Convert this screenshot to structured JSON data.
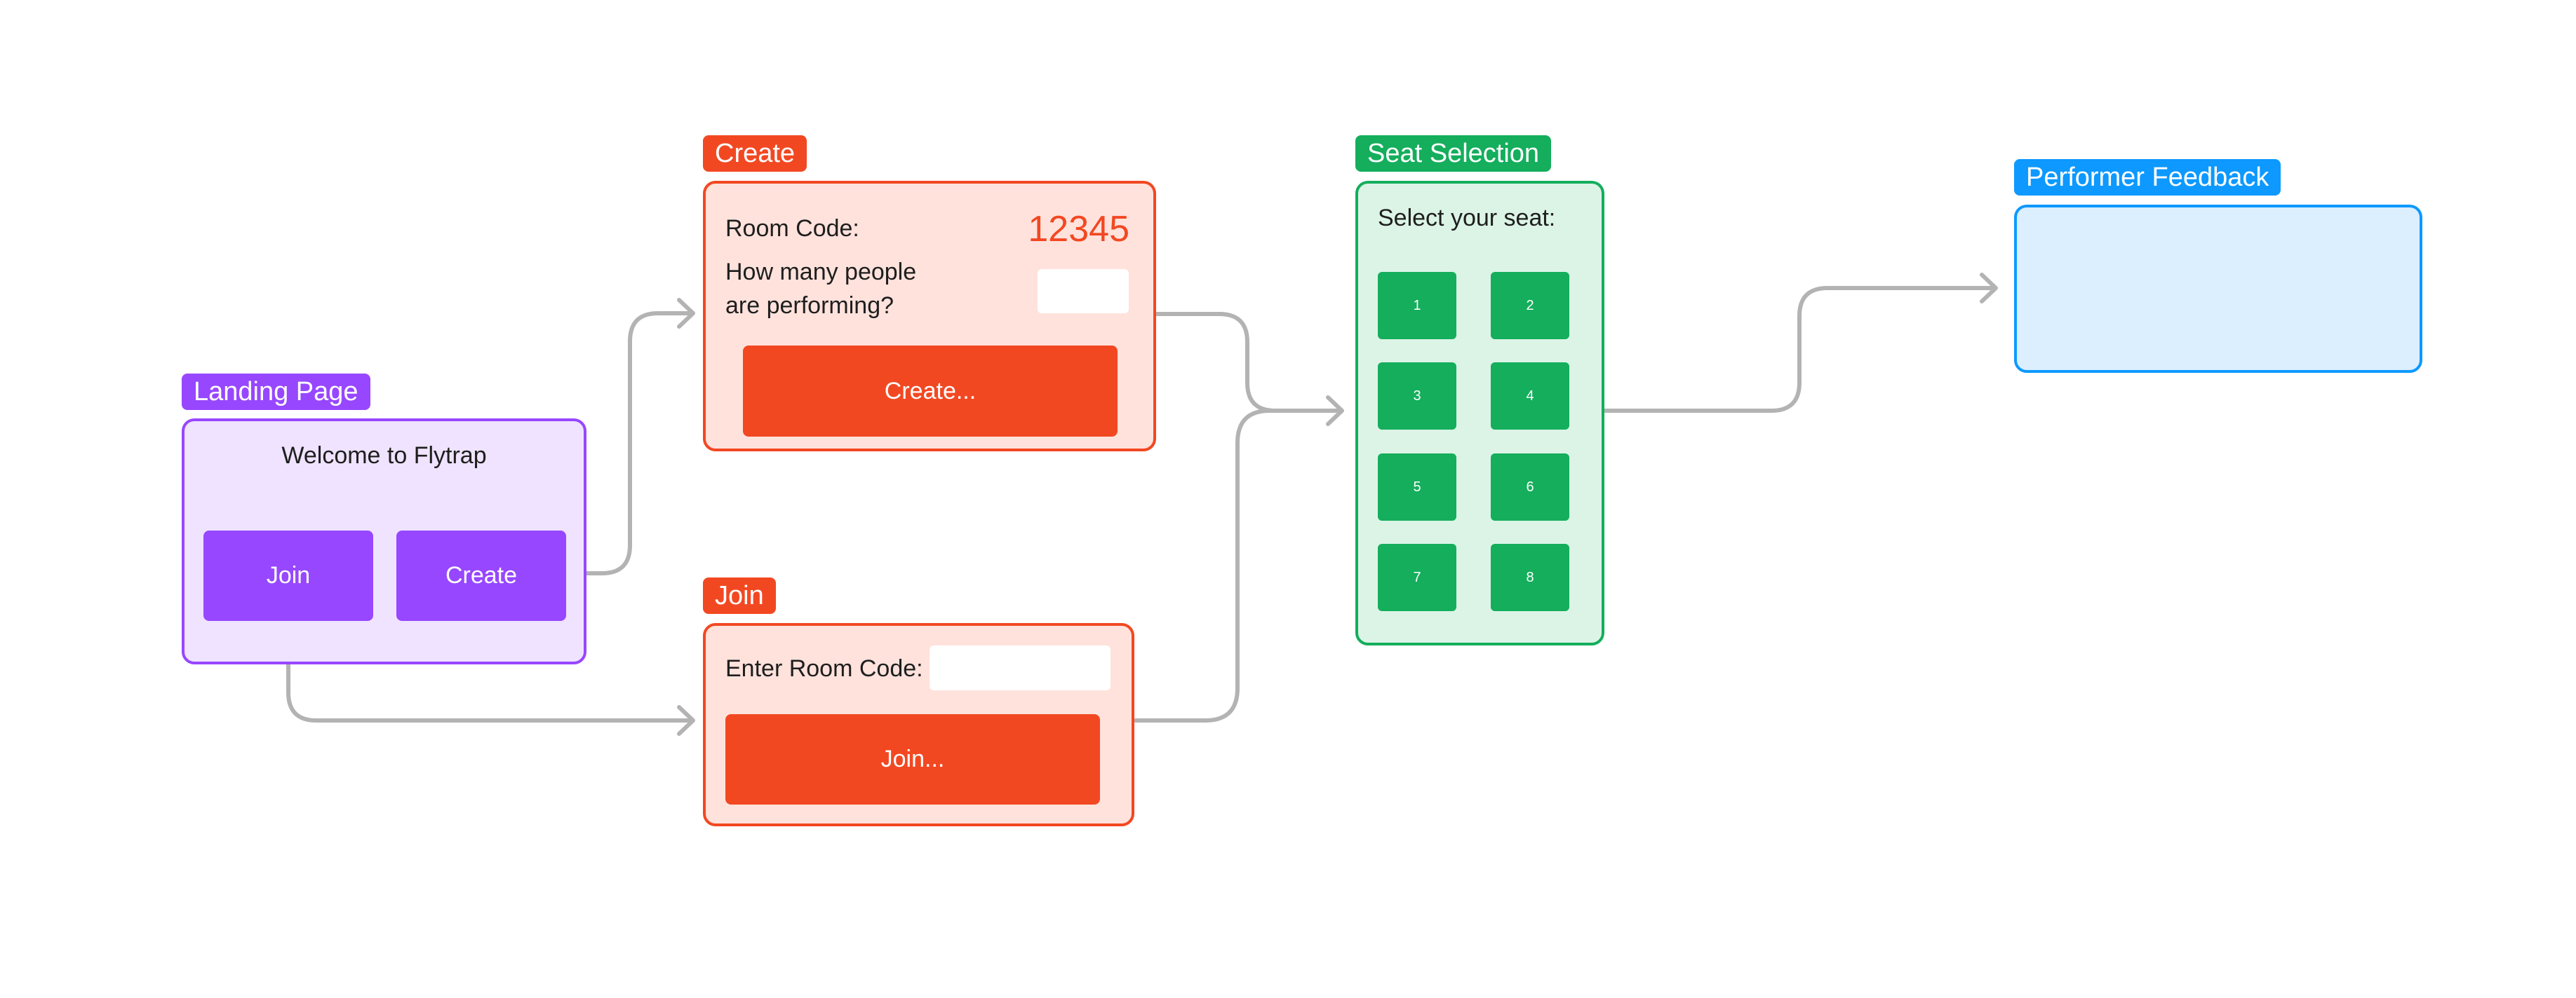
{
  "colors": {
    "purple": "#9747ff",
    "purple_bg": "#efe3ff",
    "red": "#f24822",
    "red_bg": "#ffe2dc",
    "green": "#14ae5c",
    "green_bg": "#dcf4e6",
    "blue": "#0d99ff",
    "blue_bg": "#dbefff",
    "connector": "#b3b3b3"
  },
  "landing": {
    "label": "Landing Page",
    "welcome": "Welcome to Flytrap",
    "join_button": "Join",
    "create_button": "Create"
  },
  "create": {
    "label": "Create",
    "room_code_label": "Room Code:",
    "room_code_value": "12345",
    "performers_line1": "How many people",
    "performers_line2": "are performing?",
    "performers_input_value": "",
    "create_button": "Create..."
  },
  "join": {
    "label": "Join",
    "room_code_label": "Enter Room Code:",
    "room_code_input_value": "",
    "join_button": "Join..."
  },
  "seat_selection": {
    "label": "Seat Selection",
    "prompt": "Select your seat:",
    "seats": [
      "1",
      "2",
      "3",
      "4",
      "5",
      "6",
      "7",
      "8"
    ]
  },
  "performer_feedback": {
    "label": "Performer Feedback"
  },
  "connectors": [
    {
      "from": "landing-create-button",
      "to": "create-frame"
    },
    {
      "from": "landing-join-button",
      "to": "join-frame"
    },
    {
      "from": "create-frame",
      "to": "seat-selection-frame"
    },
    {
      "from": "join-frame",
      "to": "seat-selection-frame"
    },
    {
      "from": "seat-selection-frame",
      "to": "performer-feedback-frame"
    }
  ]
}
